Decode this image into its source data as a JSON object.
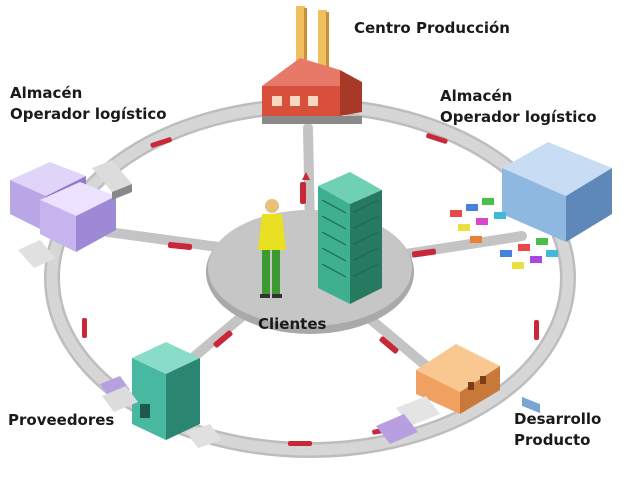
{
  "labels": {
    "centro_produccion": "Centro Producción",
    "almacen_left": {
      "line1": "Almacén",
      "line2": "Operador logístico"
    },
    "almacen_right": {
      "line1": "Almacén",
      "line2": "Operador logístico"
    },
    "clientes": "Clientes",
    "proveedores": "Proveedores",
    "desarrollo": {
      "line1": "Desarrollo",
      "line2": "Producto"
    }
  },
  "colors": {
    "ring": "#c9c9c9",
    "hub": "#b4b4b4",
    "link_marker": "#c8283a",
    "factory_roof": "#d8503c",
    "tower": "#3fb08f",
    "warehouse_right": "#8fb8e0",
    "warehouse_left": "#b9a6e6",
    "supplier": "#48b8a0",
    "workshop": "#f0a060",
    "person_shirt": "#e8e020",
    "person_pants": "#3c9a30"
  },
  "icons": [
    "factory-icon",
    "warehouse-icon",
    "skyscraper-icon",
    "person-icon",
    "supplier-building-icon",
    "workshop-icon",
    "truck-icon",
    "car-icon"
  ]
}
